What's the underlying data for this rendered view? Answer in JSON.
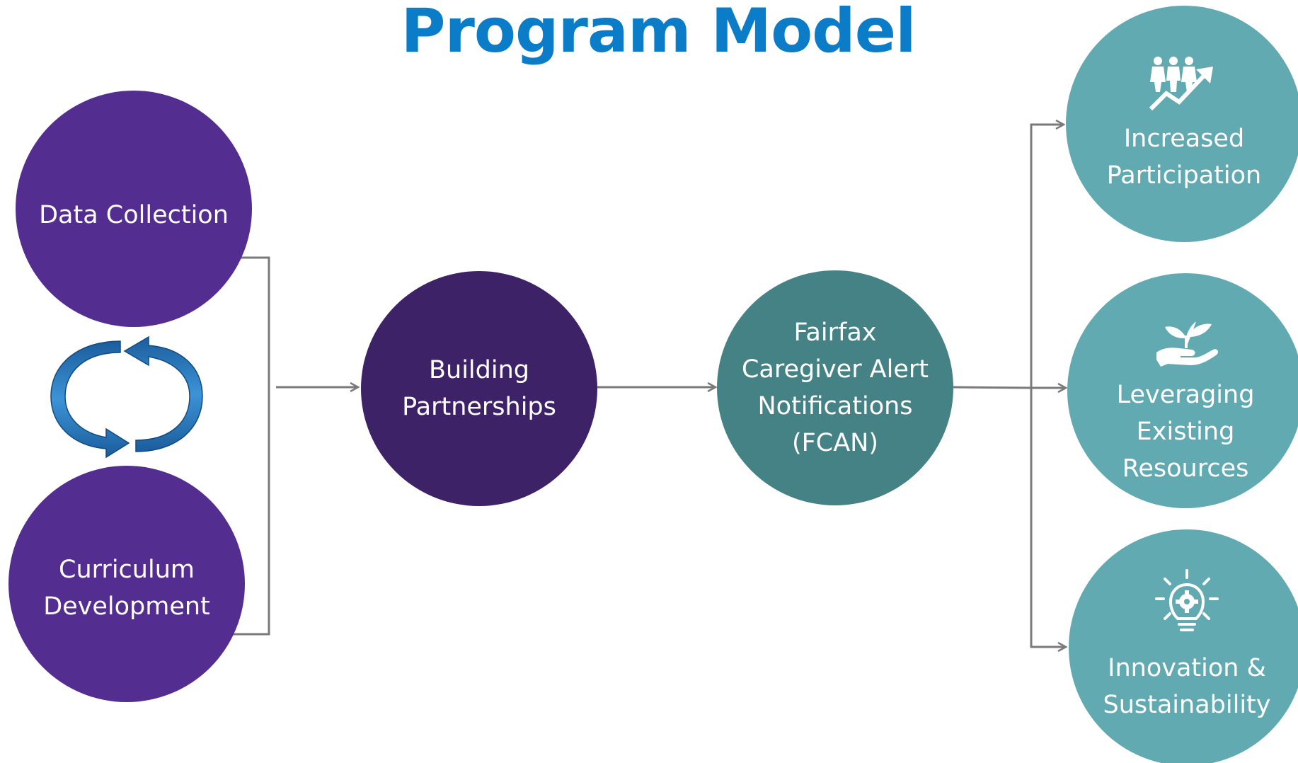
{
  "title": "Program Model",
  "nodes": {
    "data_collection": "Data Collection",
    "curriculum_development": "Curriculum\nDevelopment",
    "building_partnerships": "Building\nPartnerships",
    "fcan": "Fairfax\nCaregiver Alert\nNotifications\n(FCAN)",
    "increased_participation": "Increased\nParticipation",
    "leveraging_resources": "Leveraging\nExisting\nResources",
    "innovation_sustainability": "Innovation &\nSustainability"
  },
  "icons": {
    "cycle": "cycle-arrows-icon",
    "participation": "people-growth-icon",
    "resources": "hand-sprout-icon",
    "innovation": "lightbulb-gear-icon"
  },
  "colors": {
    "title": "#0a7cc8",
    "input_circles": "#532d8f",
    "partnerships_circle": "#3e2267",
    "fcan_circle": "#458286",
    "outcome_circles": "#62aab1",
    "connectors": "#7a7a7a",
    "cycle_arrows": "#1f6fb4"
  }
}
